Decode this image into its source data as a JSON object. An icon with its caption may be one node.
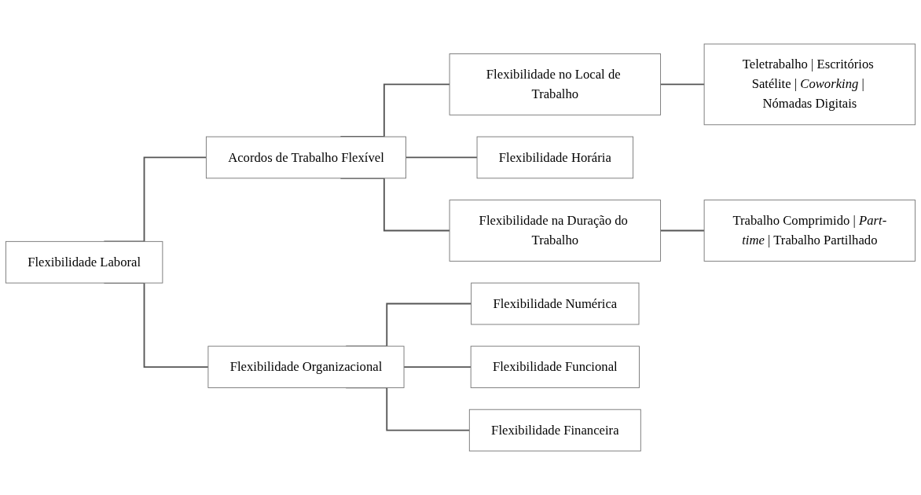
{
  "diagram": {
    "nodes": [
      {
        "text": [
          "Flexibilidade Laboral"
        ]
      },
      {
        "text": [
          "Acordos de Trabalho Flexível"
        ]
      },
      {
        "text": [
          "Flexibilidade no Local de Trabalho"
        ]
      },
      {
        "text": [
          "Teletrabalho | Escritórios Satélite | *Coworking* | Nómadas Digitais"
        ]
      },
      {
        "text": [
          "Flexibilidade Horária"
        ]
      },
      {
        "text": [
          "Flexibilidade na Duração do Trabalho"
        ]
      },
      {
        "text": [
          "Trabalho Comprimido | *Part-time* | Trabalho Partilhado"
        ]
      },
      {
        "text": [
          "Flexibilidade Organizacional"
        ]
      },
      {
        "text": [
          "Flexibilidade Numérica"
        ]
      },
      {
        "text": [
          "Flexibilidade Funcional"
        ]
      },
      {
        "text": [
          "Flexibilidade Financeira"
        ]
      }
    ],
    "edges": [
      {
        "from": 0,
        "to": 1,
        "arrow": "none"
      },
      {
        "from": 0,
        "to": 7,
        "arrow": "none"
      },
      {
        "from": 1,
        "to": 2,
        "arrow": "none"
      },
      {
        "from": 1,
        "to": 4,
        "arrow": "none"
      },
      {
        "from": 1,
        "to": 5,
        "arrow": "none"
      },
      {
        "from": 2,
        "to": 3,
        "arrow": "none"
      },
      {
        "from": 5,
        "to": 6,
        "arrow": "none"
      },
      {
        "from": 7,
        "to": 8,
        "arrow": "none"
      },
      {
        "from": 7,
        "to": 9,
        "arrow": "none"
      },
      {
        "from": 7,
        "to": 10,
        "arrow": "none"
      }
    ]
  }
}
